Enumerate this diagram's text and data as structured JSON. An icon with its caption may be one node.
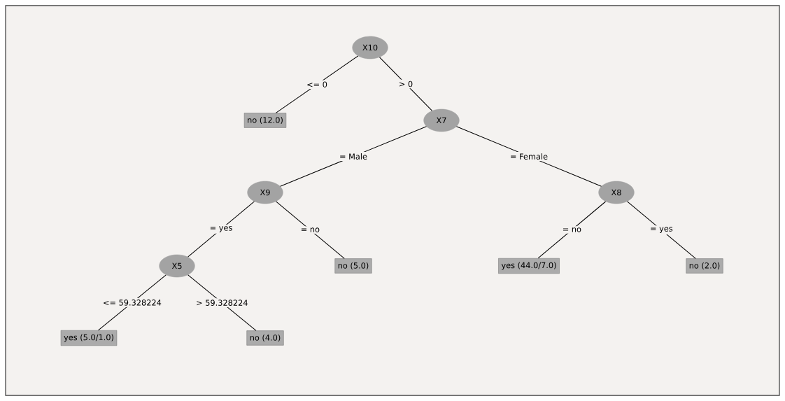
{
  "diagram": {
    "nodes": [
      {
        "text": [
          "X10"
        ]
      },
      {
        "text": [
          "no (12.0)"
        ]
      },
      {
        "text": [
          "X7"
        ]
      },
      {
        "text": [
          "X9"
        ]
      },
      {
        "text": [
          "X8"
        ]
      },
      {
        "text": [
          "X5"
        ]
      },
      {
        "text": [
          "no (5.0)"
        ]
      },
      {
        "text": [
          "yes (44.0/7.0)"
        ]
      },
      {
        "text": [
          "no (2.0)"
        ]
      },
      {
        "text": [
          "yes (5.0/1.0)"
        ]
      },
      {
        "text": [
          "no (4.0)"
        ]
      }
    ],
    "edges": [
      {
        "from": 0,
        "to": 1,
        "arrow": "none",
        "label": "<= 0"
      },
      {
        "from": 0,
        "to": 2,
        "arrow": "none",
        "label": "> 0"
      },
      {
        "from": 2,
        "to": 3,
        "arrow": "none",
        "label": "= Male"
      },
      {
        "from": 2,
        "to": 4,
        "arrow": "none",
        "label": "= Female"
      },
      {
        "from": 3,
        "to": 5,
        "arrow": "none",
        "label": "= yes"
      },
      {
        "from": 3,
        "to": 6,
        "arrow": "none",
        "label": "= no"
      },
      {
        "from": 4,
        "to": 7,
        "arrow": "none",
        "label": "= no"
      },
      {
        "from": 4,
        "to": 8,
        "arrow": "none",
        "label": "= yes"
      },
      {
        "from": 5,
        "to": 9,
        "arrow": "none",
        "label": "<= 59.328224"
      },
      {
        "from": 5,
        "to": 10,
        "arrow": "none",
        "label": "> 59.328224"
      }
    ]
  }
}
